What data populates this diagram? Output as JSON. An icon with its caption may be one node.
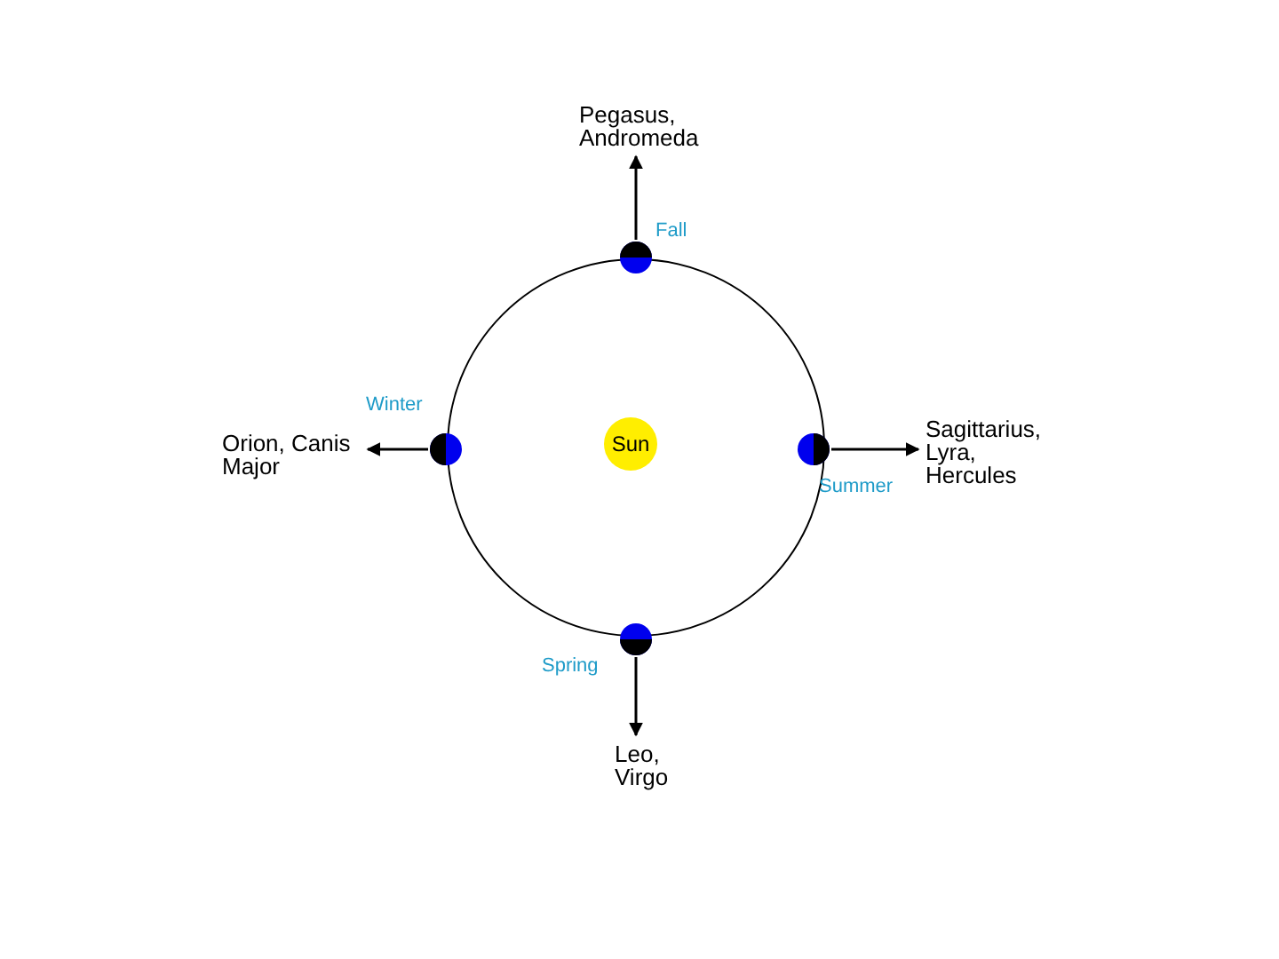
{
  "diagram": {
    "nodes": [
      {
        "text": [
          "Pegasus, Andromeda"
        ]
      },
      {
        "text": [],
        "shape": "circle",
        "beside": [
          "Fall"
        ]
      },
      {
        "text": [
          "Orion, Canis Major"
        ]
      },
      {
        "text": [],
        "shape": "circle",
        "beside": [
          "Winter"
        ]
      },
      {
        "text": [
          "Sun"
        ]
      },
      {
        "text": [],
        "shape": "circle",
        "beside": [
          "Summer"
        ]
      },
      {
        "text": [
          "Sagittarius, Lyra, Hercules"
        ]
      },
      {
        "text": [],
        "shape": "circle",
        "beside": [
          "Spring"
        ]
      },
      {
        "text": [
          "Leo, Virgo"
        ]
      }
    ],
    "edges": [
      {
        "from": 1,
        "to": 0,
        "arrow": "to"
      },
      {
        "from": 3,
        "to": 2,
        "arrow": "to"
      },
      {
        "from": 5,
        "to": 6,
        "arrow": "to"
      },
      {
        "from": 7,
        "to": 8,
        "arrow": "to"
      }
    ]
  }
}
